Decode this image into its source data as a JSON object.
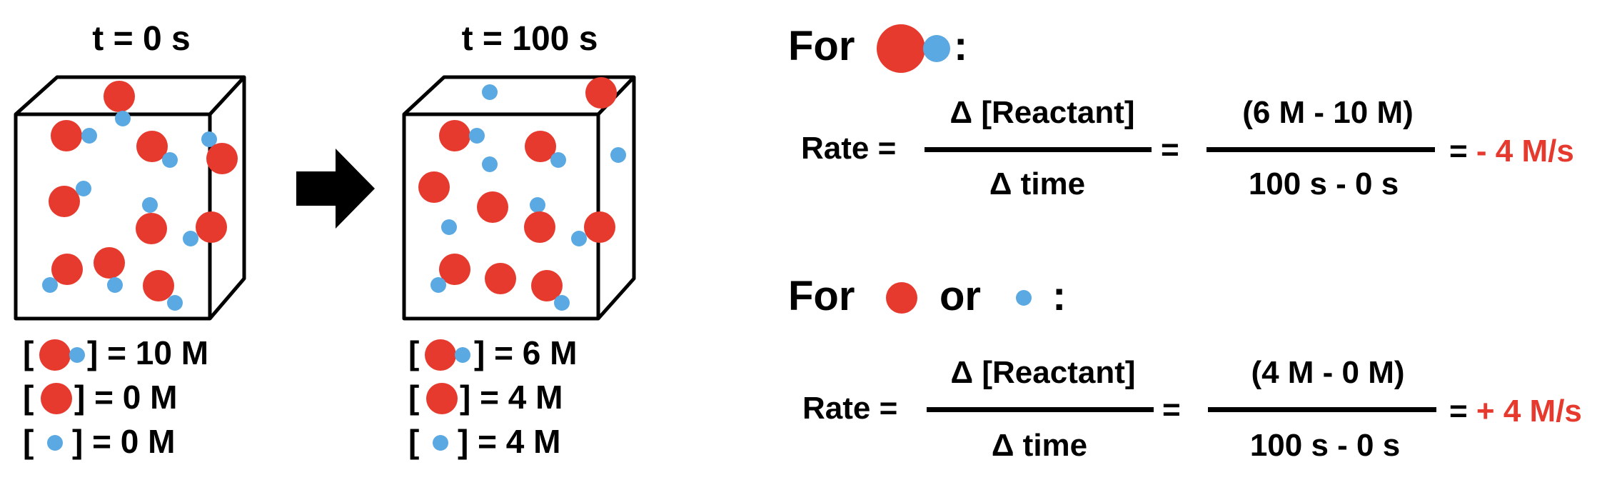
{
  "colors": {
    "red": "#e63a2e",
    "blue": "#5aa9e2",
    "black": "#000000"
  },
  "panel_initial": {
    "time_label": "t = 0 s",
    "conc_rows": [
      {
        "species": "red-blue-molecule",
        "value": "] = 10 M"
      },
      {
        "species": "red-atom",
        "value": "] = 0 M"
      },
      {
        "species": "blue-atom",
        "value": "] = 0 M"
      }
    ]
  },
  "panel_final": {
    "time_label": "t = 100 s",
    "conc_rows": [
      {
        "species": "red-blue-molecule",
        "value": "] = 6 M"
      },
      {
        "species": "red-atom",
        "value": "] = 4 M"
      },
      {
        "species": "blue-atom",
        "value": "] = 4 M"
      }
    ]
  },
  "bracket_open": "[",
  "reactant_section": {
    "heading_prefix": "For",
    "heading_suffix": ":",
    "rate_label": "Rate =",
    "numerator": "Δ [Reactant]",
    "denominator": "Δ time",
    "equals": "=",
    "value_numerator": "(6 M - 10 M)",
    "value_denominator": "100 s - 0 s",
    "result": "= ",
    "result_value": "- 4 M/s"
  },
  "product_section": {
    "heading_prefix": "For",
    "heading_or": "or",
    "heading_suffix": ":",
    "rate_label": "Rate =",
    "numerator": "Δ [Reactant]",
    "denominator": "Δ time",
    "equals": "=",
    "value_numerator": "(4 M - 0 M)",
    "value_denominator": "100 s - 0 s",
    "result": "= ",
    "result_value": "+ 4 M/s"
  }
}
